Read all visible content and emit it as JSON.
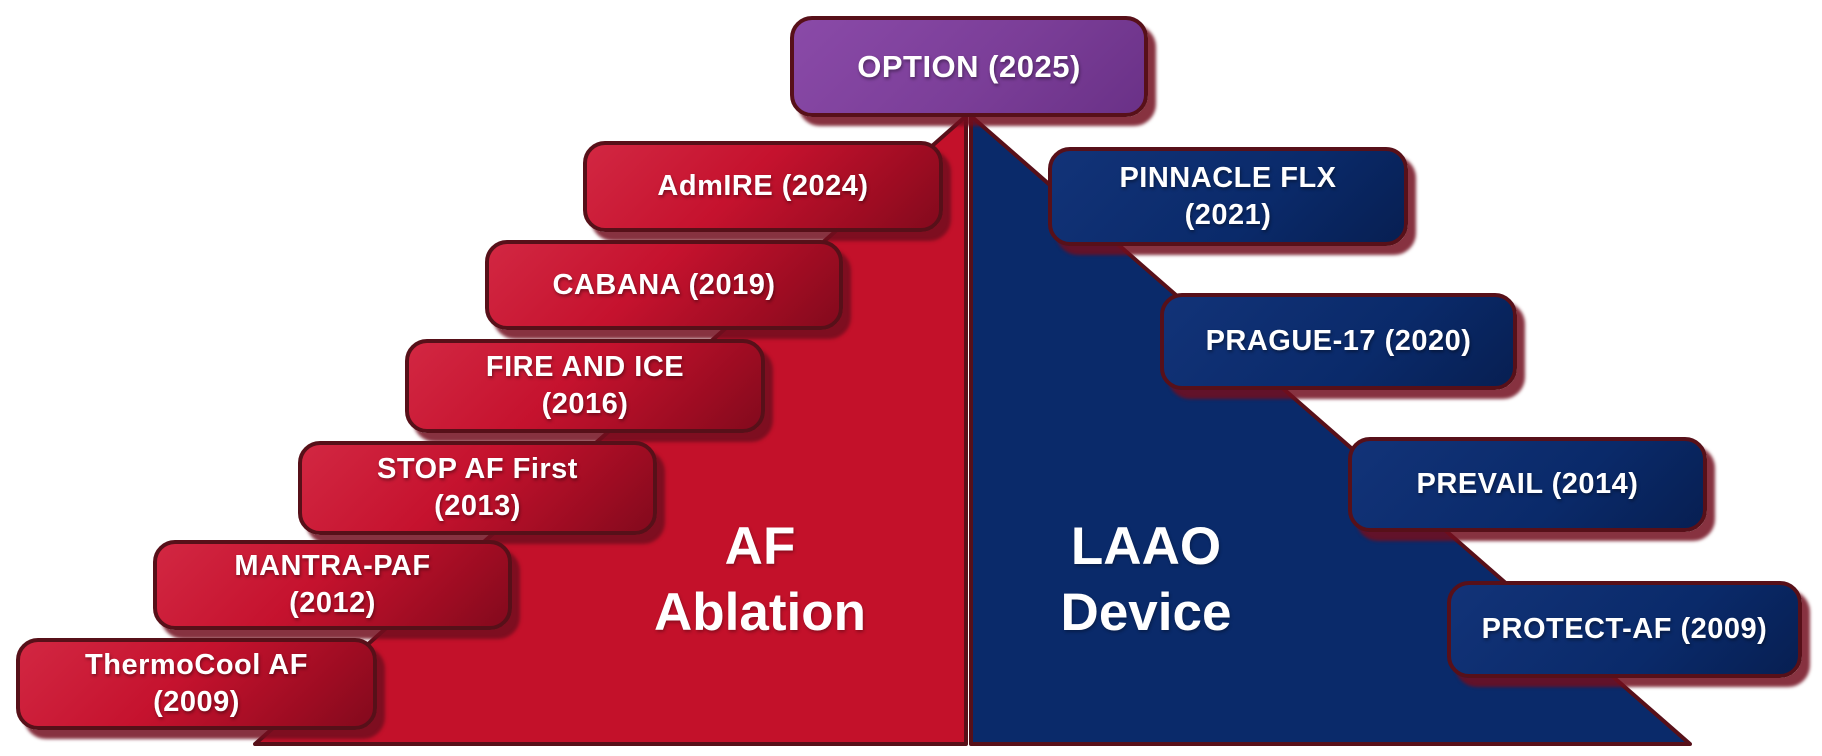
{
  "colors": {
    "ablation_red": "#c3112a",
    "laao_blue": "#0a2a6a",
    "option_purple": "#7b3e98",
    "border_maroon": "#571019",
    "text_white": "#ffffff",
    "background": "#ffffff"
  },
  "apex": {
    "trial": {
      "line1": "OPTION (2025)",
      "line2": ""
    }
  },
  "ablation_side": {
    "label_line1": "AF",
    "label_line2": "Ablation",
    "trials": [
      {
        "line1": "AdmIRE (2024)",
        "line2": ""
      },
      {
        "line1": "CABANA (2019)",
        "line2": ""
      },
      {
        "line1": "FIRE AND ICE",
        "line2": "(2016)"
      },
      {
        "line1": "STOP AF First",
        "line2": "(2013)"
      },
      {
        "line1": "MANTRA-PAF",
        "line2": "(2012)"
      },
      {
        "line1": "ThermoCool AF",
        "line2": "(2009)"
      }
    ]
  },
  "laao_side": {
    "label_line1": "LAAO",
    "label_line2": "Device",
    "trials": [
      {
        "line1": "PINNACLE FLX",
        "line2": "(2021)"
      },
      {
        "line1": "PRAGUE-17 (2020)",
        "line2": ""
      },
      {
        "line1": "PREVAIL (2014)",
        "line2": ""
      },
      {
        "line1": "PROTECT-AF (2009)",
        "line2": ""
      }
    ]
  }
}
